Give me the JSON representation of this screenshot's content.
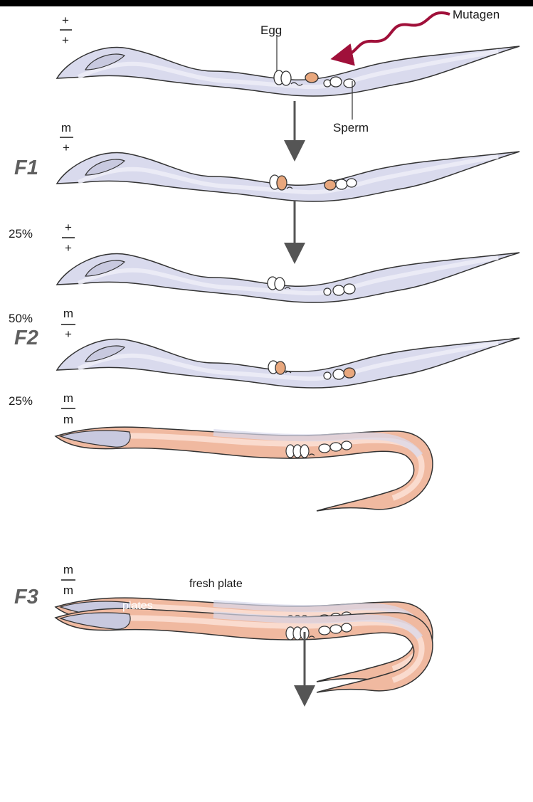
{
  "title": "",
  "colors": {
    "worm_fill": "#d9daed",
    "worm_inner": "#ececf6",
    "worm_mutant_fill": "#f0b9a0",
    "worm_mutant_inner": "#fbe1d6",
    "outline": "#333333",
    "mutagen_arrow": "#a0103a",
    "flow_arrow": "#555555",
    "generation_label": "#5f5f5f",
    "sperm_fill": "#e8a77d"
  },
  "labels": {
    "egg": "Egg",
    "sperm": "Sperm",
    "mutagen": "Mutagen",
    "fresh_plate": "fresh plate",
    "plates": "plates"
  },
  "generations": {
    "f1": "F1",
    "f2": "F2",
    "f3": "F3"
  },
  "rows": [
    {
      "id": "parent",
      "percent": "",
      "genotype_top": "+",
      "genotype_bottom": "+",
      "phenotype": "wild-type"
    },
    {
      "id": "f1",
      "percent": "",
      "genotype_top": "m",
      "genotype_bottom": "+",
      "phenotype": "wild-type"
    },
    {
      "id": "f2-a",
      "percent": "25%",
      "genotype_top": "+",
      "genotype_bottom": "+",
      "phenotype": "wild-type"
    },
    {
      "id": "f2-b",
      "percent": "50%",
      "genotype_top": "m",
      "genotype_bottom": "+",
      "phenotype": "wild-type"
    },
    {
      "id": "f2-c",
      "percent": "25%",
      "genotype_top": "m",
      "genotype_bottom": "m",
      "phenotype": "mutant"
    },
    {
      "id": "f3-a",
      "percent": "",
      "genotype_top": "m",
      "genotype_bottom": "m",
      "phenotype": "mutant"
    },
    {
      "id": "f3-b",
      "percent": "",
      "genotype_top": "",
      "genotype_bottom": "",
      "phenotype": "mutant"
    }
  ]
}
